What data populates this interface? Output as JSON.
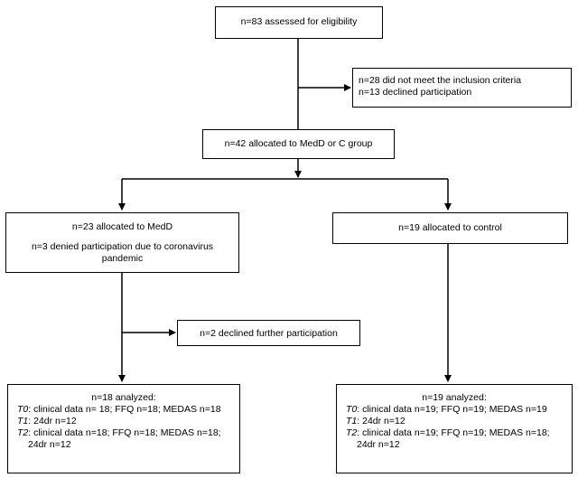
{
  "flowchart": {
    "assessed": "n=83 assessed for eligibility",
    "excluded": {
      "line1": "n=28 did not meet the inclusion criteria",
      "line2": "n=13 declined participation"
    },
    "allocated": "n=42 allocated to MedD or C group",
    "medd": {
      "line1": "n=23 allocated to MedD",
      "line2": "n=3 denied participation due to coronavirus pandemic"
    },
    "control": "n=19 allocated to control",
    "declined_further": "n=2 declined further participation",
    "analyzed_medd": {
      "title": "n=18 analyzed:",
      "t0_label": "T0",
      "t0_text": ": clinical data n= 18; FFQ n=18; MEDAS n=18",
      "t1_label": "T1",
      "t1_text": ": 24dr n=12",
      "t2_label": "T2",
      "t2_text": ": clinical data n=18; FFQ n=18; MEDAS n=18;",
      "t2_cont": "24dr n=12"
    },
    "analyzed_control": {
      "title": "n=19 analyzed:",
      "t0_label": "T0",
      "t0_text": ": clinical data n=19; FFQ n=19; MEDAS n=19",
      "t1_label": "T1",
      "t1_text": ": 24dr n=12",
      "t2_label": "T2",
      "t2_text": ": clinical data n=19; FFQ n=19; MEDAS n=18;",
      "t2_cont": "24dr n=12"
    }
  }
}
